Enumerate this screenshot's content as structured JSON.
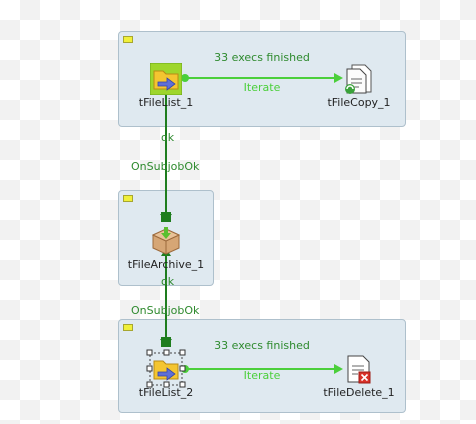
{
  "subjobs": [
    {
      "components": {
        "source": "tFileList_1",
        "target": "tFileCopy_1"
      },
      "exec_status": "33 execs finished",
      "link_label": "Iterate"
    },
    {
      "components": {
        "main": "tFileArchive_1"
      }
    },
    {
      "components": {
        "source": "tFileList_2",
        "target": "tFileDelete_1"
      },
      "exec_status": "33 execs finished",
      "link_label": "Iterate"
    }
  ],
  "links": [
    {
      "label": "OnSubjobOk",
      "status": "ok"
    },
    {
      "label": "OnSubjobOk",
      "status": "ok"
    }
  ],
  "icons": {
    "file_list": "folder-arrow-icon",
    "file_copy": "file-copy-icon",
    "file_archive": "archive-box-icon",
    "file_delete": "file-delete-icon"
  },
  "colors": {
    "iterate_link": "#4bcf3b",
    "subjob_link": "#1e7d1e",
    "subjob_background": "#dfe9f0"
  }
}
